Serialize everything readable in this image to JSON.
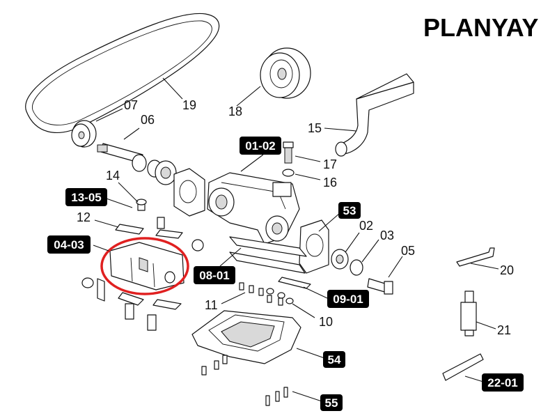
{
  "brand": "PLANYAY",
  "colors": {
    "badge": "#000000",
    "badge_text": "#ffffff",
    "highlight_ring": "#e02020",
    "line": "#111111"
  },
  "labels": {
    "p19": "19",
    "p18": "18",
    "p07": "07",
    "p06": "06",
    "p15": "15",
    "p17": "17",
    "p16": "16",
    "p14": "14",
    "p12": "12",
    "p02": "02",
    "p03": "03",
    "p05": "05",
    "p11": "11",
    "p10": "10",
    "p20": "20",
    "p21": "21"
  },
  "badges": {
    "b0102": "01-02",
    "b1305": "13-05",
    "b0403": "04-03",
    "b53": "53",
    "b0801": "08-01",
    "b0901": "09-01",
    "b54": "54",
    "b55": "55",
    "b2201": "22-01"
  },
  "highlight": {
    "target": "04-03"
  }
}
